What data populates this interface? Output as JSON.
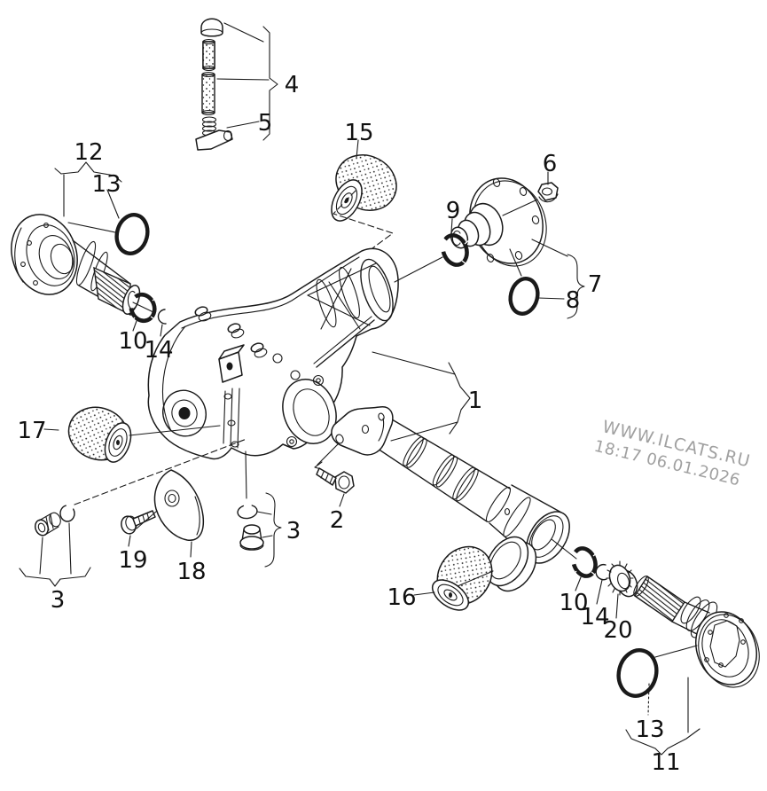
{
  "figure": {
    "type": "exploded-parts-diagram",
    "background": "#ffffff",
    "ink_color": "#1a1a1a",
    "watermark_color": "#a0a0a0"
  },
  "watermark": {
    "site": "WWW.ILCATS.RU",
    "timestamp": "18:17 06.01.2026"
  },
  "callouts": {
    "c1": "1",
    "c2": "2",
    "c3a": "3",
    "c3b": "3",
    "c4": "4",
    "c5": "5",
    "c6": "6",
    "c7": "7",
    "c8": "8",
    "c9": "9",
    "c10a": "10",
    "c10b": "10",
    "c11": "11",
    "c12": "12",
    "c13a": "13",
    "c13b": "13",
    "c14a": "14",
    "c14b": "14",
    "c15": "15",
    "c16": "16",
    "c17": "17",
    "c18": "18",
    "c19": "19",
    "c20": "20"
  }
}
